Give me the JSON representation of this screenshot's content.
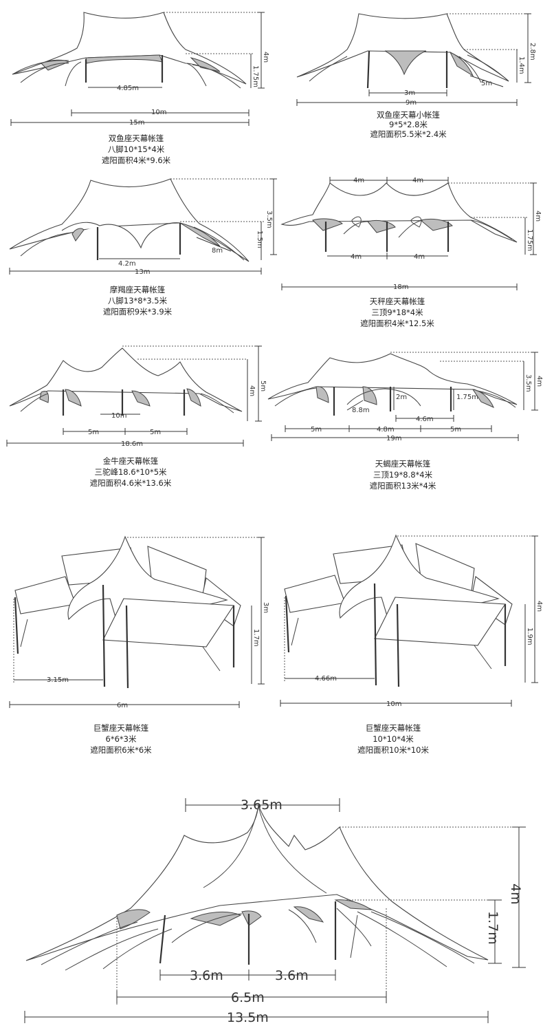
{
  "tents": [
    {
      "id": "shuangyu_large",
      "caption": [
        "双鱼座天幕帐篷",
        "八脚10*15*4米",
        "遮阳面积4米*9.6米"
      ],
      "dims": {
        "height": "4m",
        "side_height": "1.75m",
        "pole_span": "4.85m",
        "inner_width": "10m",
        "total_width": "15m"
      }
    },
    {
      "id": "shuangyu_small",
      "caption": [
        "双鱼座天幕小帐篷",
        "9*5*2.8米",
        "遮阳面积5.5米*2.4米"
      ],
      "dims": {
        "height": "2.8m",
        "side_height": "1.4m",
        "pole_span": "3m",
        "depth": "5m",
        "total_width": "9m"
      }
    },
    {
      "id": "mojie",
      "caption": [
        "摩羯座天幕帐篷",
        "八脚13*8*3.5米",
        "遮阳面积9米*3.9米"
      ],
      "dims": {
        "height": "3.5m",
        "side_height": "1.5m",
        "pole_span": "4.2m",
        "depth": "8m",
        "total_width": "13m"
      }
    },
    {
      "id": "tiancheng",
      "caption": [
        "天秤座天幕帐篷",
        "三顶9*18*4米",
        "遮阳面积4米*12.5米"
      ],
      "dims": {
        "height": "4m",
        "side_height": "1.75m",
        "top_spacing_left": "4m",
        "top_spacing_right": "4m",
        "pole_span_left": "4m",
        "pole_span_right": "4m",
        "total_width": "18m"
      }
    },
    {
      "id": "jinniu",
      "caption": [
        "金牛座天幕帐篷",
        "三驼峰18.6*10*5米",
        "遮阳面积4.6米*13.6米"
      ],
      "dims": {
        "height": "5m",
        "side_height": "4m",
        "depth": "10m",
        "pole_span_left": "5m",
        "pole_span_right": "5m",
        "total_width": "18.6m"
      }
    },
    {
      "id": "tianxie",
      "caption": [
        "天蝎座天幕帐篷",
        "三顶19*8.8*4米",
        "遮阳面积13米*4米"
      ],
      "dims": {
        "height": "4m",
        "side_height": "3.5m",
        "mid_height": "2m",
        "side_pole_height": "1.75m",
        "depth": "8.8m",
        "inner_span": "4.6m",
        "span_left": "5m",
        "span_mid": "4.8m",
        "span_right": "5m",
        "total_width": "19m"
      }
    },
    {
      "id": "juxie_small",
      "caption": [
        "巨蟹座天幕帐篷",
        "6*6*3米",
        "遮阳面积6米*6米"
      ],
      "dims": {
        "height": "3m",
        "side_height": "1.7m",
        "half_width": "3.15m",
        "total_width": "6m"
      }
    },
    {
      "id": "juxie_large",
      "caption": [
        "巨蟹座天幕帐篷",
        "10*10*4米",
        "遮阳面积10米*10米"
      ],
      "dims": {
        "height": "4m",
        "side_height": "1.9m",
        "half_width": "4.66m",
        "total_width": "10m"
      }
    },
    {
      "id": "large_bottom",
      "caption": [],
      "dims": {
        "top_span": "3.65m",
        "height": "4m",
        "side_height": "1.7m",
        "pole_span_left": "3.6m",
        "pole_span_right": "3.6m",
        "inner_width": "6.5m",
        "total_width": "13.5m"
      }
    }
  ]
}
